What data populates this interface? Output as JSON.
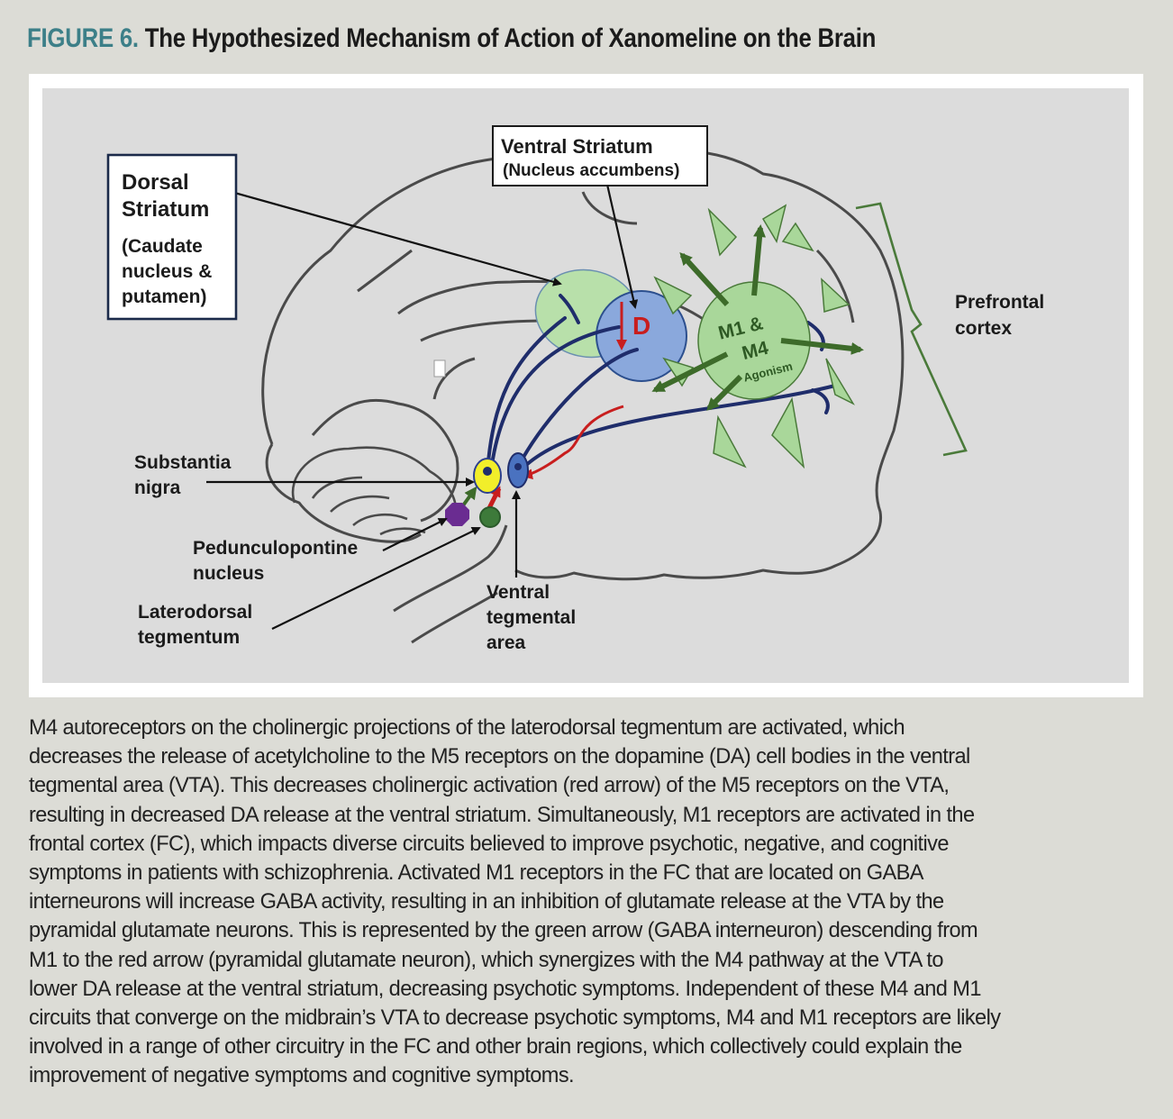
{
  "figure": {
    "label": "FIGURE 6.",
    "title": "The Hypothesized Mechanism of Action of Xanomeline on the Brain"
  },
  "diagram": {
    "dorsal_striatum": {
      "line1": "Dorsal",
      "line2": "Striatum",
      "sub1": "(Caudate",
      "sub2": "nucleus &",
      "sub3": "putamen)"
    },
    "ventral_striatum": {
      "line1": "Ventral Striatum",
      "line2": "(Nucleus accumbens)"
    },
    "prefrontal": {
      "line1": "Prefrontal",
      "line2": "cortex"
    },
    "substantia_nigra": {
      "line1": "Substantia",
      "line2": "nigra"
    },
    "pedunculopontine": {
      "line1": "Pedunculopontine",
      "line2": "nucleus"
    },
    "laterodorsal": {
      "line1": "Laterodorsal",
      "line2": "tegmentum"
    },
    "vta": {
      "line1": "Ventral",
      "line2": "tegmental",
      "line3": "area"
    },
    "m1m4": {
      "line1": "M1 &",
      "line2": "M4",
      "line3": "Agonism"
    },
    "dopamine_symbol": "D",
    "colors": {
      "green_arrow": "#3d6b2a",
      "red_arrow": "#c81e1e",
      "navy": "#1f2d6b",
      "light_green": "#a9d79a",
      "blue": "#7f9fd6",
      "yellow": "#f2ee2a",
      "purple": "#6a2c91"
    }
  },
  "caption": [
    "M4 autoreceptors on the cholinergic projections of the laterodorsal tegmentum are activated, which",
    "decreases the release of acetylcholine to the M5 receptors on the dopamine (DA) cell bodies in the ventral",
    "tegmental area (VTA). This decreases cholinergic activation (red arrow) of the M5 receptors on the VTA,",
    "resulting in decreased DA release at the ventral striatum. Simultaneously, M1 receptors are activated in the",
    "frontal cortex (FC), which impacts diverse circuits believed to improve psychotic, negative, and cognitive",
    "symptoms in patients with schizophrenia. Activated M1 receptors in the FC that are located on GABA",
    "interneurons will increase GABA activity, resulting in an inhibition of glutamate release at the VTA by the",
    "pyramidal glutamate neurons. This is represented by the green arrow (GABA interneuron) descending from",
    "M1 to the red arrow (pyramidal glutamate neuron), which synergizes with the M4 pathway at the VTA to",
    "lower DA release at the ventral striatum, decreasing psychotic symptoms. Independent of these M4 and M1",
    "circuits that converge on the midbrain’s VTA to decrease psychotic symptoms, M4 and M1 receptors are likely",
    "involved in a range of other circuitry in the FC and other brain regions, which collectively could explain the",
    "improvement of negative symptoms and cognitive symptoms."
  ]
}
